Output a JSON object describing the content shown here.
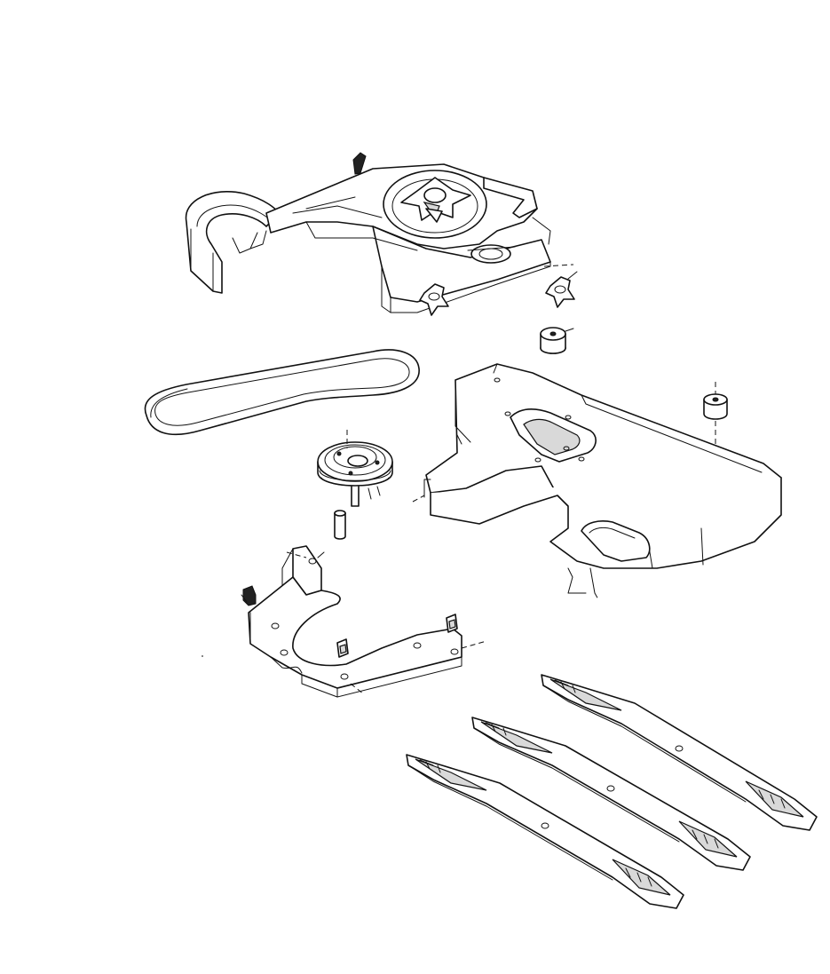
{
  "diagram": {
    "parts": [
      {
        "id": "deflector-cover",
        "icon": "mower-deck-cover-drawing"
      },
      {
        "id": "knob-left",
        "icon": "wing-knob-drawing"
      },
      {
        "id": "knob-right",
        "icon": "wing-knob-drawing"
      },
      {
        "id": "spacer-upper",
        "icon": "spacer-drawing"
      },
      {
        "id": "spacer-right",
        "icon": "spacer-drawing"
      },
      {
        "id": "drive-belt",
        "icon": "v-belt-drawing"
      },
      {
        "id": "mower-deck",
        "icon": "mower-deck-drawing"
      },
      {
        "id": "spindle-pulley",
        "icon": "pulley-drawing"
      },
      {
        "id": "pin",
        "icon": "pin-drawing"
      },
      {
        "id": "mounting-bracket",
        "icon": "bracket-drawing"
      },
      {
        "id": "clip-left",
        "icon": "clip-drawing"
      },
      {
        "id": "clip-mid",
        "icon": "clip-drawing"
      },
      {
        "id": "clip-right",
        "icon": "clip-drawing"
      },
      {
        "id": "clip-side",
        "icon": "clip-drawing"
      },
      {
        "id": "blade-1",
        "icon": "mower-blade-drawing"
      },
      {
        "id": "blade-2",
        "icon": "mower-blade-drawing"
      },
      {
        "id": "blade-3",
        "icon": "mower-blade-drawing"
      }
    ],
    "colors": {
      "line": "#111111",
      "background": "#ffffff",
      "shade": "#d9d9d9"
    }
  }
}
